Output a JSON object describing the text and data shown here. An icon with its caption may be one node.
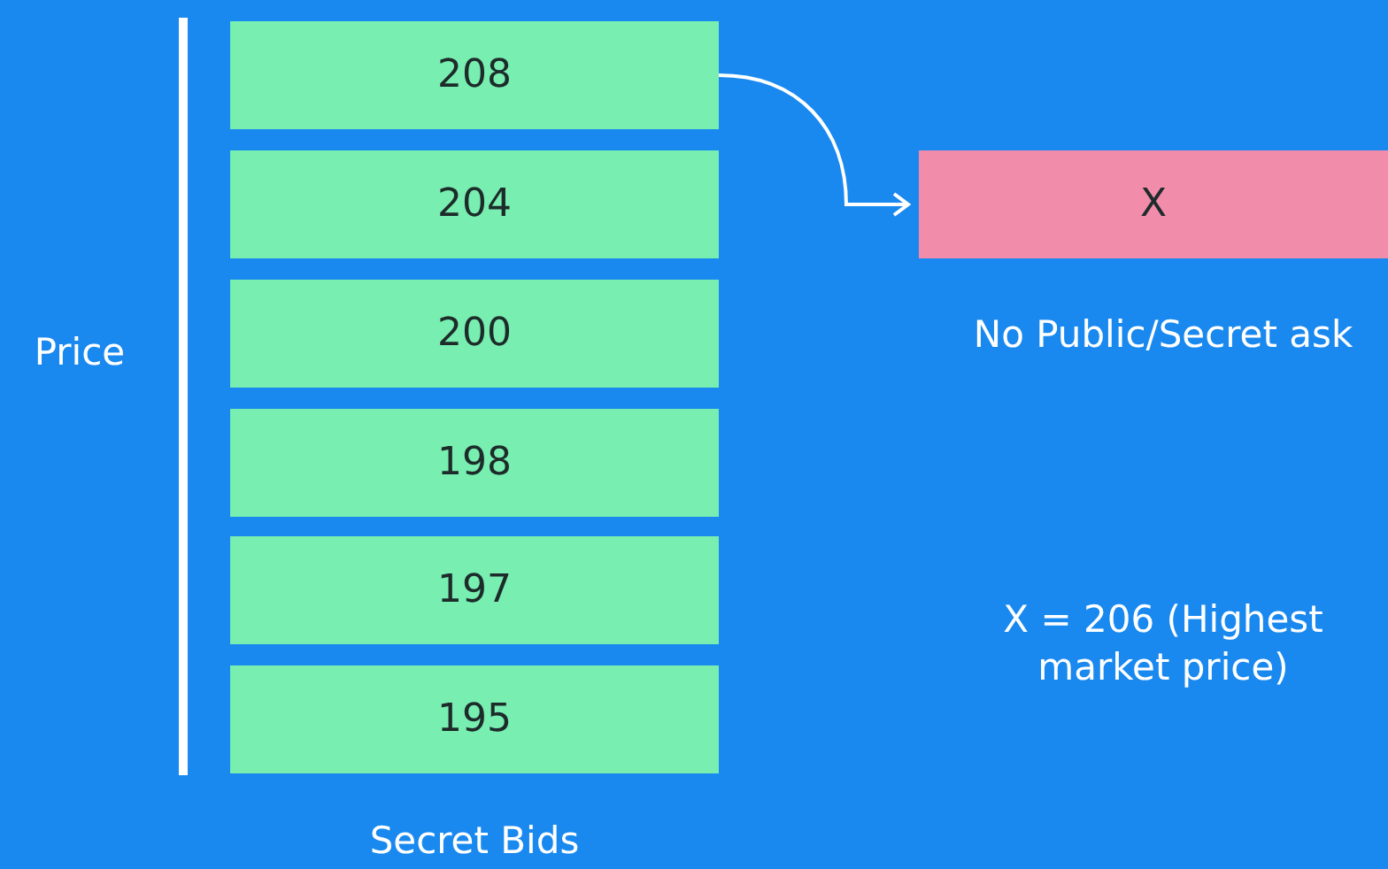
{
  "diagram": {
    "nodes": [
      {
        "text": [
          "208"
        ]
      },
      {
        "text": [
          "204"
        ]
      },
      {
        "text": [
          "200"
        ]
      },
      {
        "text": [
          "198"
        ]
      },
      {
        "text": [
          "197"
        ]
      },
      {
        "text": [
          "195"
        ]
      },
      {
        "text": [
          "X"
        ],
        "beside": [
          "No Public/Secret ask"
        ]
      }
    ],
    "edges": [
      {
        "from": 0,
        "to": 6,
        "arrow": "to"
      }
    ],
    "labels": [
      "Price",
      "Secret Bids",
      "X = 206 (Highest market price)"
    ]
  }
}
